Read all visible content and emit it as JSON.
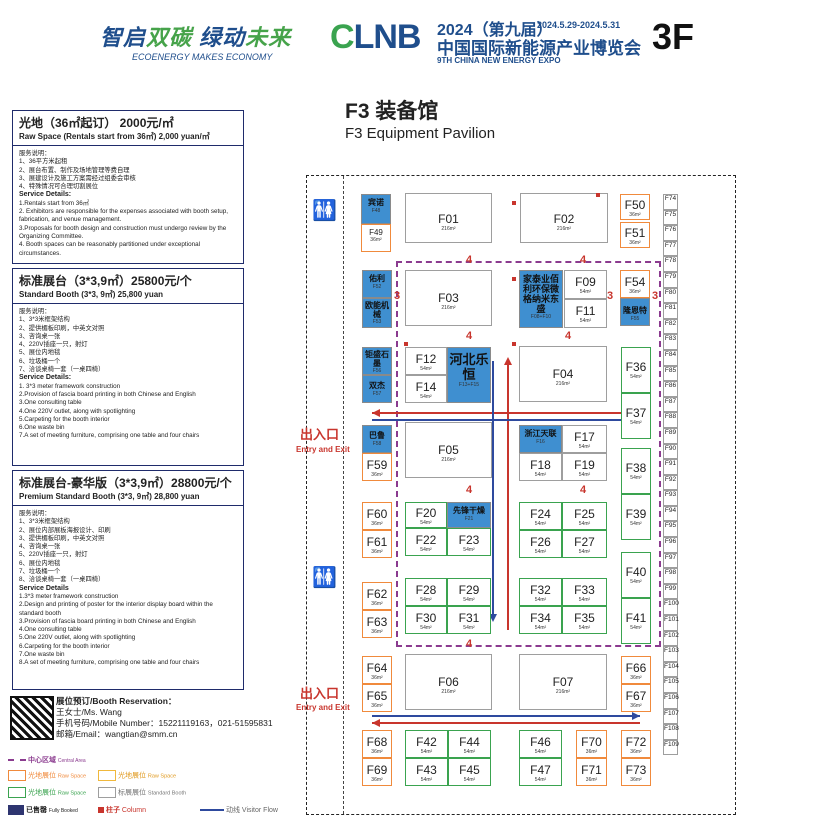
{
  "header": {
    "slogan_cn_a": "智启",
    "slogan_cn_b": "双碳",
    "slogan_cn_c": "绿动",
    "slogan_cn_d": "未来",
    "slogan_en": "ECOENERGY MAKES ECONOMY",
    "logo_c": "C",
    "logo_rest": "LNB",
    "year": "2024（第九届）",
    "dates": "2024.5.29-2024.5.31",
    "expo_cn": "中国国际新能源产业博览会",
    "expo_en": "9TH CHINA NEW ENERGY EXPO",
    "floor": "3F"
  },
  "hall": {
    "title_cn": "F3 装备馆",
    "title_en": "F3 Equipment Pavilion"
  },
  "panels": {
    "raw": {
      "title_cn": "光地（36㎡起订） 2000元/㎡",
      "title_en": "Raw Space (Rentals start from 36㎡) 2,000 yuan/㎡",
      "desc_cn_head": "服务说明：",
      "desc_cn": [
        "1、36平方米起租",
        "2、展台布置、制作及场地管理等费自理",
        "3、展建设计及施工方案需经过组委会审核",
        "4、特殊情况可合理切割展位"
      ],
      "desc_en_head": "Service Details:",
      "desc_en": [
        "1.Rentals start from 36㎡",
        "2. Exhibitors are responsible for the expenses associated with booth setup, fabrication, and venue management.",
        "3.Proposals for booth design and construction must undergo review by the Organizing Committee.",
        "4. Booth spaces can be reasonably partitioned under exceptional circumstances."
      ]
    },
    "std": {
      "title_cn": "标准展台（3*3,9㎡）25800元/个",
      "title_en": "Standard Booth (3*3, 9㎡) 25,800 yuan",
      "desc_cn_head": "服务说明：",
      "desc_cn": [
        "1、3*3米框架结构",
        "2、提供楣板印刷，中英文对照",
        "3、咨询桌一张",
        "4、220V插座一只，射灯",
        "5、展位内地毯",
        "6、垃圾桶一个",
        "7、洽谈桌椅一套（一桌四椅）"
      ],
      "desc_en_head": "Service Details:",
      "desc_en": [
        "1. 3*3 meter framework construction",
        "2.Provision of fascia board printing in both Chinese and English",
        "3.One consulting table",
        "4.One 220V outlet, along with spotlighting",
        "5.Carpeting for the booth interior",
        "6.One waste bin",
        "7.A set of meeting furniture, comprising one table and four chairs"
      ]
    },
    "premium": {
      "title_cn": "标准展台-豪华版（3*3,9㎡）28800元/个",
      "title_en": "Premium Standard Booth (3*3, 9㎡) 28,800 yuan",
      "desc_cn_head": "服务说明：",
      "desc_cn": [
        "1、3*3米框架结构",
        "2、展位内部展板海报设计、印刷",
        "3、提供楣板印刷，中英文对照",
        "4、咨询桌一张",
        "5、220V插座一只，射灯",
        "6、展位内地毯",
        "7、垃圾桶一个",
        "8、洽谈桌椅一套（一桌四椅）"
      ],
      "desc_en_head": "Service Details",
      "desc_en": [
        "1.3*3 meter framework construction",
        "2.Design and printing of poster for the interior display board within the standard booth",
        "3.Provision of fascia board printing in both Chinese and English",
        "4.One consulting table",
        "5.One 220V outlet, along with spotlighting",
        "6.Carpeting for the booth interior",
        "7.One waste bin",
        "8.A set of meeting furniture, comprising one table and four chairs"
      ]
    }
  },
  "contact": {
    "title": "展位预订/Booth Reservation：",
    "name": "王女士/Ms. Wang",
    "phone": "手机号码/Mobile Number：15221119163，021-51595831",
    "email": "邮箱/Email：wangtian@smm.cn"
  },
  "legend": {
    "central": "中心区域",
    "central_en": "Central Area",
    "raw_orange": "光地展位",
    "raw_orange_en": "Raw Space",
    "raw_orange2": "光地展位",
    "raw_orange2_en": "Raw Space",
    "raw_green": "光地展位",
    "raw_green_en": "Raw Space",
    "std": "标展展位",
    "std_en": "Standard Booth",
    "sold": "已售罄",
    "sold_en": "Fully Booked",
    "pillar": "柱子",
    "pillar_en": "Column",
    "flow": "动线",
    "flow_en": "Visitor Flow"
  },
  "exits": [
    {
      "cn": "出入口",
      "en": "Entry and Exit"
    },
    {
      "cn": "出入口",
      "en": "Entry and Exit"
    }
  ],
  "connectors": [
    "4",
    "4",
    "4",
    "4",
    "4",
    "4",
    "4",
    "3",
    "3",
    "3"
  ],
  "booths": [
    {
      "n": "F01",
      "a": "216m²"
    },
    {
      "n": "F02",
      "a": "216m²"
    },
    {
      "n": "F03",
      "a": "216m²"
    },
    {
      "n": "F04",
      "a": "216m²"
    },
    {
      "n": "F05",
      "a": "216m²"
    },
    {
      "n": "F06",
      "a": "216m²"
    },
    {
      "n": "F07",
      "a": "216m²"
    },
    {
      "n": "F09",
      "a": "54m²"
    },
    {
      "n": "F11",
      "a": "54m²"
    },
    {
      "n": "F12",
      "a": "54m²"
    },
    {
      "n": "F14",
      "a": "54m²"
    },
    {
      "n": "F17",
      "a": "54m²"
    },
    {
      "n": "F18",
      "a": "54m²"
    },
    {
      "n": "F19",
      "a": "54m²"
    },
    {
      "n": "F20",
      "a": "54m²"
    },
    {
      "n": "F22",
      "a": "54m²"
    },
    {
      "n": "F23",
      "a": "54m²"
    },
    {
      "n": "F24",
      "a": "54m²"
    },
    {
      "n": "F25",
      "a": "54m²"
    },
    {
      "n": "F26",
      "a": "54m²"
    },
    {
      "n": "F27",
      "a": "54m²"
    },
    {
      "n": "F28",
      "a": "54m²"
    },
    {
      "n": "F29",
      "a": "54m²"
    },
    {
      "n": "F30",
      "a": "54m²"
    },
    {
      "n": "F31",
      "a": "54m²"
    },
    {
      "n": "F32",
      "a": "54m²"
    },
    {
      "n": "F33",
      "a": "54m²"
    },
    {
      "n": "F34",
      "a": "54m²"
    },
    {
      "n": "F35",
      "a": "54m²"
    },
    {
      "n": "F36",
      "a": "54m²"
    },
    {
      "n": "F37",
      "a": "54m²"
    },
    {
      "n": "F38",
      "a": "54m²"
    },
    {
      "n": "F39",
      "a": "54m²"
    },
    {
      "n": "F40",
      "a": "54m²"
    },
    {
      "n": "F41",
      "a": "54m²"
    },
    {
      "n": "F42",
      "a": "54m²"
    },
    {
      "n": "F43",
      "a": "54m²"
    },
    {
      "n": "F44",
      "a": "54m²"
    },
    {
      "n": "F45",
      "a": "54m²"
    },
    {
      "n": "F46",
      "a": "54m²"
    },
    {
      "n": "F47",
      "a": "54m²"
    },
    {
      "n": "F49",
      "a": "36m²"
    },
    {
      "n": "F50",
      "a": "36m²"
    },
    {
      "n": "F51",
      "a": "36m²"
    },
    {
      "n": "F54",
      "a": "36m²"
    },
    {
      "n": "F59",
      "a": "36m²"
    },
    {
      "n": "F60",
      "a": "36m²"
    },
    {
      "n": "F61",
      "a": "36m²"
    },
    {
      "n": "F62",
      "a": "36m²"
    },
    {
      "n": "F63",
      "a": "36m²"
    },
    {
      "n": "F64",
      "a": "36m²"
    },
    {
      "n": "F65",
      "a": "36m²"
    },
    {
      "n": "F66",
      "a": "36m²"
    },
    {
      "n": "F67",
      "a": "36m²"
    },
    {
      "n": "F68",
      "a": "36m²"
    },
    {
      "n": "F69",
      "a": "36m²"
    },
    {
      "n": "F70",
      "a": "36m²"
    },
    {
      "n": "F71",
      "a": "36m²"
    },
    {
      "n": "F72",
      "a": "36m²"
    },
    {
      "n": "F73",
      "a": "36m²"
    }
  ],
  "sold_booths": [
    {
      "name": "宾诺",
      "n": "F48"
    },
    {
      "name": "佑利",
      "n": "F52"
    },
    {
      "name": "欧能机械",
      "n": "F53"
    },
    {
      "name": "钜盛石墨",
      "n": "F56"
    },
    {
      "name": "双杰",
      "n": "F57"
    },
    {
      "name": "巴鲁",
      "n": "F58"
    },
    {
      "name": "河北乐恒",
      "n": "F13+F15"
    },
    {
      "name": "家泰业佰利环保微格纳米东盛",
      "n": "F08+F10"
    },
    {
      "name": "浙江天联",
      "n": "F16"
    },
    {
      "name": "先锋干燥",
      "n": "F21"
    },
    {
      "name": "隆恩特",
      "n": "F55"
    }
  ],
  "small_booths": [
    "F74",
    "F75",
    "F76",
    "F77",
    "F78",
    "F79",
    "F80",
    "F81",
    "F82",
    "F83",
    "F84",
    "F85",
    "F86",
    "F87",
    "F88",
    "F89",
    "F90",
    "F91",
    "F92",
    "F93",
    "F94",
    "F95",
    "F96",
    "F97",
    "F98",
    "F99",
    "F100",
    "F101",
    "F102",
    "F103",
    "F104",
    "F105",
    "F106",
    "F107",
    "F108",
    "F109"
  ]
}
